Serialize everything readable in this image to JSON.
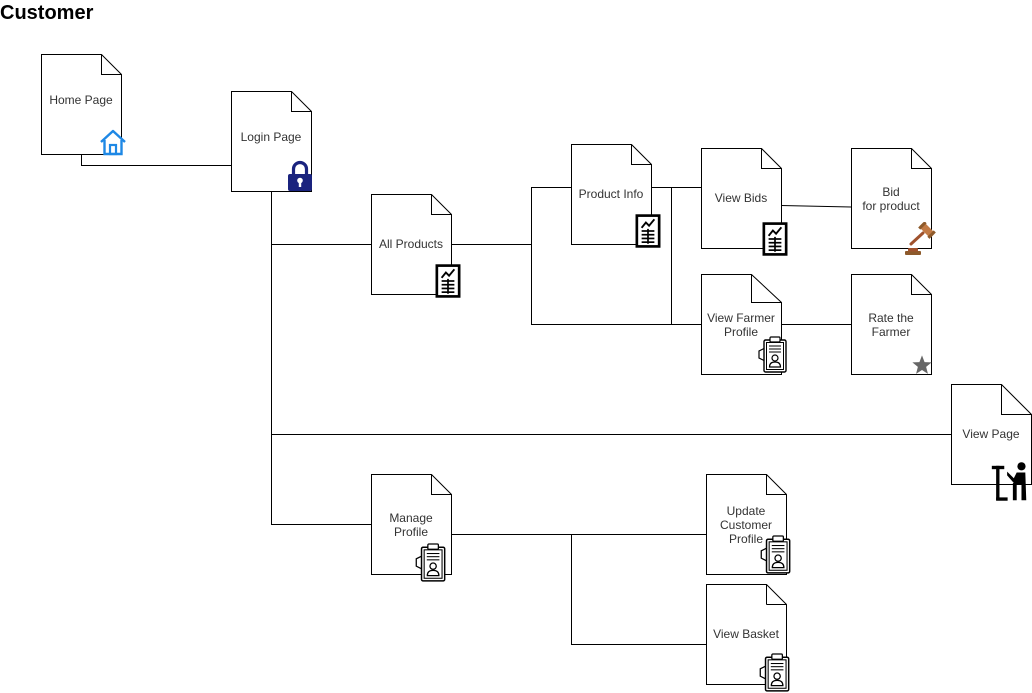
{
  "title": "Customer",
  "nodes": {
    "home": {
      "label": [
        "Home Page"
      ]
    },
    "login": {
      "label": [
        "Login Page"
      ]
    },
    "all_products": {
      "label": [
        "All Products"
      ]
    },
    "product_info": {
      "label": [
        "Product Info"
      ]
    },
    "view_bids": {
      "label": [
        "View Bids"
      ]
    },
    "bid": {
      "label": [
        "Bid",
        "for product"
      ]
    },
    "view_farmer": {
      "label": [
        "View Farmer",
        "Profile"
      ]
    },
    "rate_farmer": {
      "label": [
        "Rate the",
        "Farmer"
      ]
    },
    "view_page": {
      "label": [
        "View Page"
      ]
    },
    "manage_profile": {
      "label": [
        "Manage",
        "Profile"
      ]
    },
    "update_customer": {
      "label": [
        "Update",
        "Customer",
        "Profile"
      ]
    },
    "view_basket": {
      "label": [
        "View Basket"
      ]
    }
  },
  "icons": {
    "home": "house-icon",
    "login": "padlock-icon",
    "all_products": "report-icon",
    "product_info": "report-icon",
    "view_bids": "report-icon",
    "bid": "gavel-icon",
    "view_farmer": "profile-card-icon",
    "rate_farmer": "star-icon",
    "view_page": "person-at-desk-icon",
    "manage_profile": "profile-card-icon",
    "update_customer": "profile-card-icon",
    "view_basket": "profile-card-icon"
  },
  "colors": {
    "house": "#1e88e5",
    "padlock": "#1a237e",
    "gavel": "#a0522d",
    "star": "#666666"
  }
}
